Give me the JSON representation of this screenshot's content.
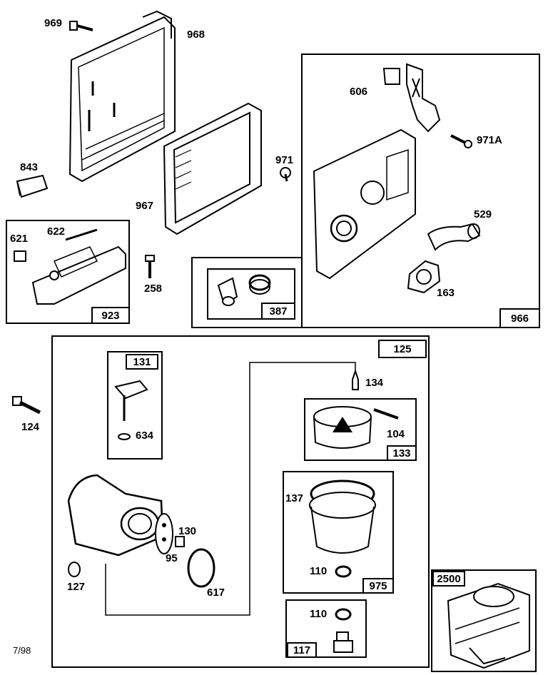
{
  "footer": {
    "date_code": "7/98"
  },
  "groups": {
    "g966": "966",
    "g923": "923",
    "g387": "387",
    "g125": "125",
    "g131": "131",
    "g133": "133",
    "g975": "975",
    "g117": "117",
    "g2500": "2500"
  },
  "callouts": {
    "p969": "969",
    "p968": "968",
    "p843": "843",
    "p967": "967",
    "p971": "971",
    "p606": "606",
    "p971A": "971A",
    "p529": "529",
    "p163": "163",
    "p622": "622",
    "p621": "621",
    "p258": "258",
    "p124": "124",
    "p634": "634",
    "p134": "134",
    "p104": "104",
    "p130": "130",
    "p95": "95",
    "p127": "127",
    "p617": "617",
    "p137": "137",
    "p110a": "110",
    "p110b": "110"
  }
}
